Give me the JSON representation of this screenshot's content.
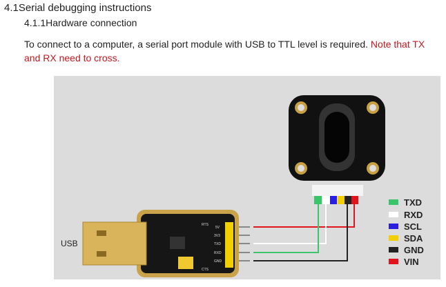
{
  "section_title": "4.1Serial debugging instructions",
  "subsection_title": "4.1.1Hardware connection",
  "paragraph": {
    "text": "To connect to a computer, a serial port module with USB to TTL level is required. ",
    "note": "Note that TX and RX need to cross."
  },
  "diagram": {
    "usb_label": "USB",
    "board_pins": [
      "5V",
      "3V3",
      "TXD",
      "RXD",
      "GND"
    ],
    "board_labels": {
      "rts": "RTS",
      "cts": "CTS"
    },
    "legend": [
      {
        "label": "TXD",
        "color": "#3cc46a"
      },
      {
        "label": "RXD",
        "color": "#ffffff"
      },
      {
        "label": "SCL",
        "color": "#2a1fe0"
      },
      {
        "label": "SDA",
        "color": "#f2d000"
      },
      {
        "label": "GND",
        "color": "#222222"
      },
      {
        "label": "VIN",
        "color": "#e0141a"
      }
    ]
  }
}
